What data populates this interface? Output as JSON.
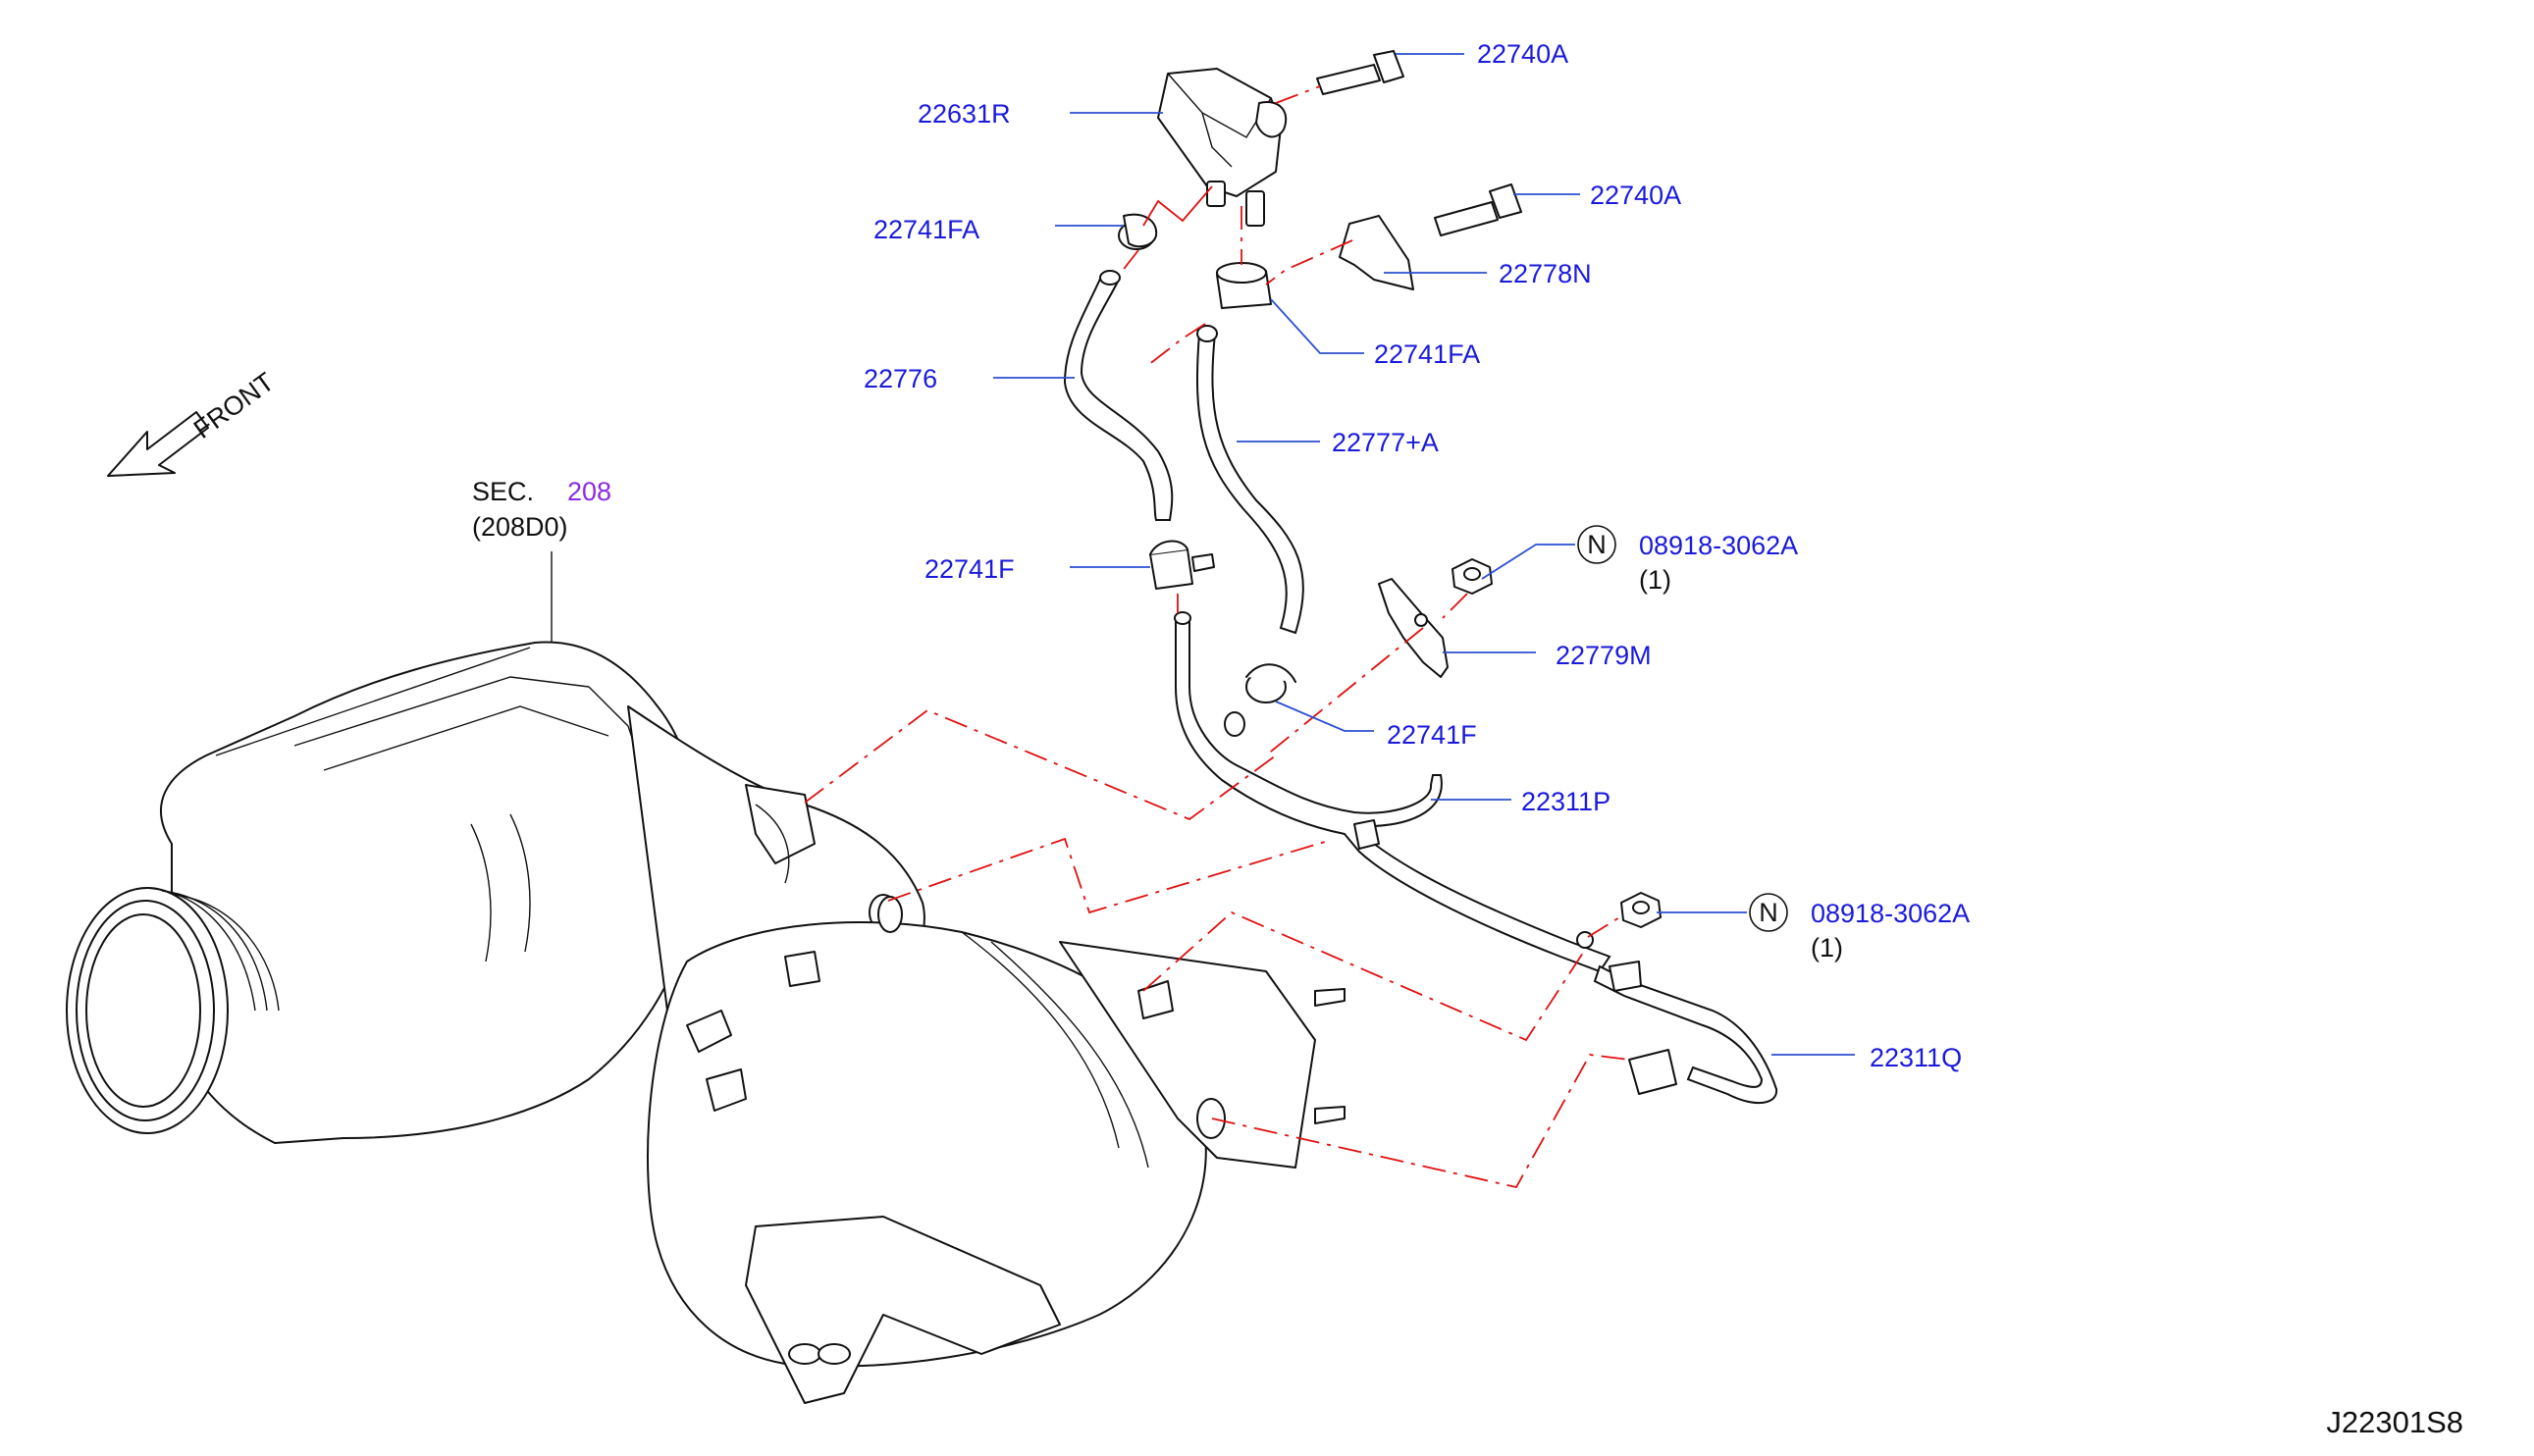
{
  "front_label": "FRONT",
  "section": {
    "prefix": "SEC.",
    "number": "208",
    "sub": "(208D0)"
  },
  "diagram_id": "J22301S8",
  "notes": {
    "note_marker": "N",
    "quantity_1": "(1)",
    "quantity_2": "(1)"
  },
  "labels": {
    "p22740A_1": "22740A",
    "p22631R": "22631R",
    "p22740A_2": "22740A",
    "p22741FA_1": "22741FA",
    "p22778N": "22778N",
    "p22741FA_2": "22741FA",
    "p22776": "22776",
    "p22777A": "22777+A",
    "p08918_1": "08918-3062A",
    "p22741F_1": "22741F",
    "p22779M": "22779M",
    "p22741F_2": "22741F",
    "p22311P": "22311P",
    "p08918_2": "08918-3062A",
    "p22311Q": "22311Q"
  },
  "colors": {
    "part_number": "#1a1adc",
    "section_link": "#8a2be2",
    "guide_line": "#e01010"
  }
}
